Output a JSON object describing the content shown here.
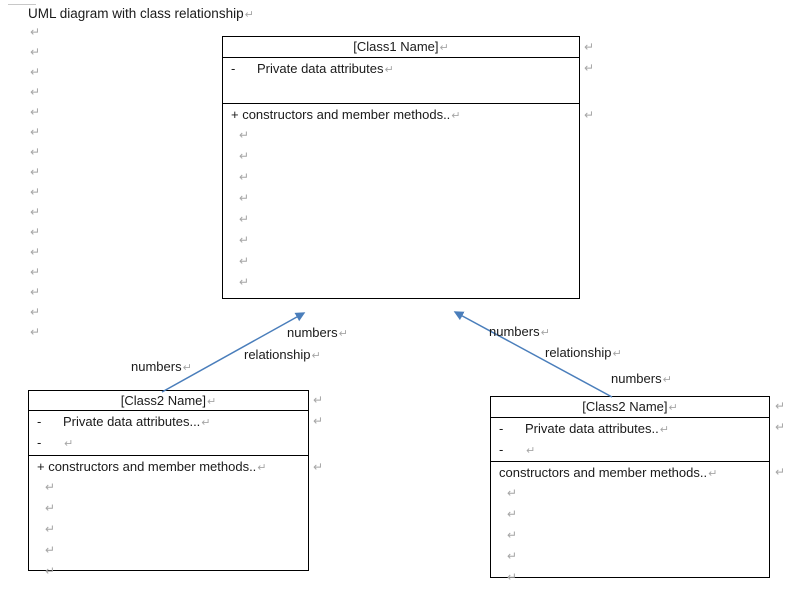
{
  "document": {
    "title": "UML diagram with class relationship",
    "pilcrow_glyph": "↵",
    "line_color": "#4A7EBB",
    "box_border_color": "#000000",
    "text_color": "#1a1a1a",
    "pilcrow_color": "#a6a6a6"
  },
  "class1": {
    "name": "[Class1 Name]",
    "attributes": [
      {
        "marker": "-",
        "text": "Private data attributes"
      }
    ],
    "methods": [
      {
        "marker": "",
        "text": "+ constructors and member methods.."
      }
    ],
    "blank_lines_methods": 8
  },
  "class2_left": {
    "name": "[Class2 Name]",
    "attributes": [
      {
        "marker": "-",
        "text": "Private data attributes..."
      },
      {
        "marker": "-",
        "text": ""
      }
    ],
    "methods": [
      {
        "marker": "",
        "text": "+  constructors and member methods.."
      }
    ],
    "blank_lines_methods": 5
  },
  "class2_right": {
    "name": "[Class2 Name]",
    "attributes": [
      {
        "marker": "-",
        "text": "Private data attributes.."
      },
      {
        "marker": "-",
        "text": ""
      }
    ],
    "methods": [
      {
        "marker": "",
        "text": "constructors and member methods.."
      }
    ],
    "blank_lines_methods": 5
  },
  "connectors": {
    "left": {
      "labels": [
        {
          "text": "numbers"
        },
        {
          "text": "relationship"
        },
        {
          "text": "numbers"
        }
      ]
    },
    "right": {
      "labels": [
        {
          "text": "numbers"
        },
        {
          "text": "relationship"
        },
        {
          "text": "numbers"
        }
      ]
    }
  }
}
